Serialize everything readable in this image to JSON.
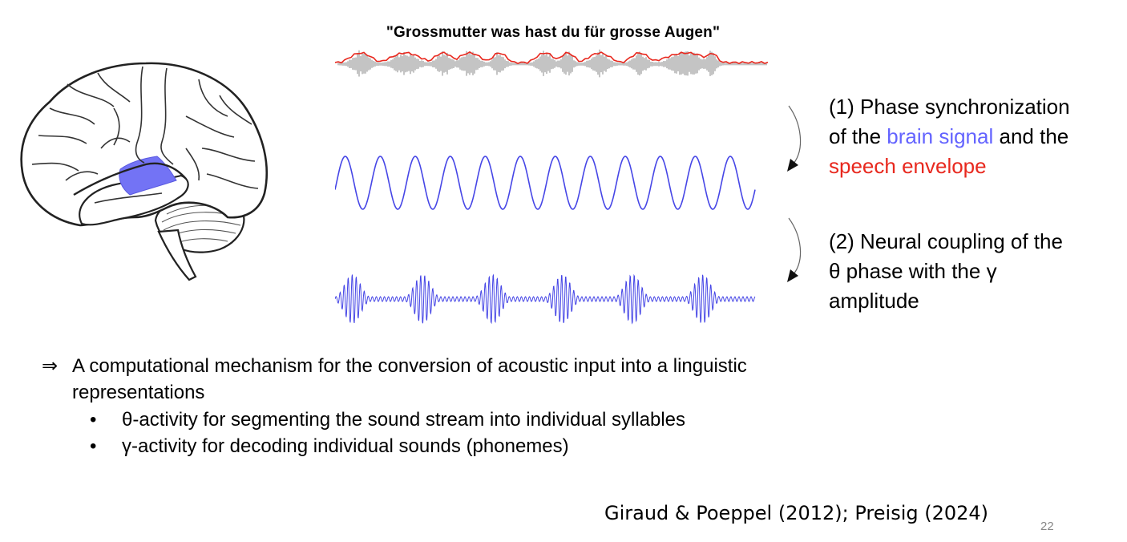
{
  "quote": "\"Grossmutter was hast du für grosse Augen\"",
  "step1": {
    "line1": "(1) Phase synchronization",
    "line2_pre": "of the ",
    "brain_signal": "brain signal",
    "line2_post": " and the",
    "speech_envelope": "speech envelope"
  },
  "step2": {
    "line1": "(2) Neural coupling of the",
    "line2": "θ phase with the γ",
    "line3": "amplitude"
  },
  "conclusion": {
    "arrow": "⇒",
    "line1": "A computational mechanism for the conversion of acoustic input into a linguistic",
    "line2": "representations"
  },
  "bullets": [
    {
      "dot": "•",
      "text": "θ-activity for segmenting the sound stream into individual syllables"
    },
    {
      "dot": "•",
      "text": "γ-activity for decoding individual sounds (phonemes)"
    }
  ],
  "citation": "Giraud & Poeppel (2012); Preisig (2024)",
  "page_number": "22",
  "colors": {
    "accent_blue": "#6464ff",
    "accent_red": "#e8281e",
    "highlight_fill": "#7373f5"
  }
}
